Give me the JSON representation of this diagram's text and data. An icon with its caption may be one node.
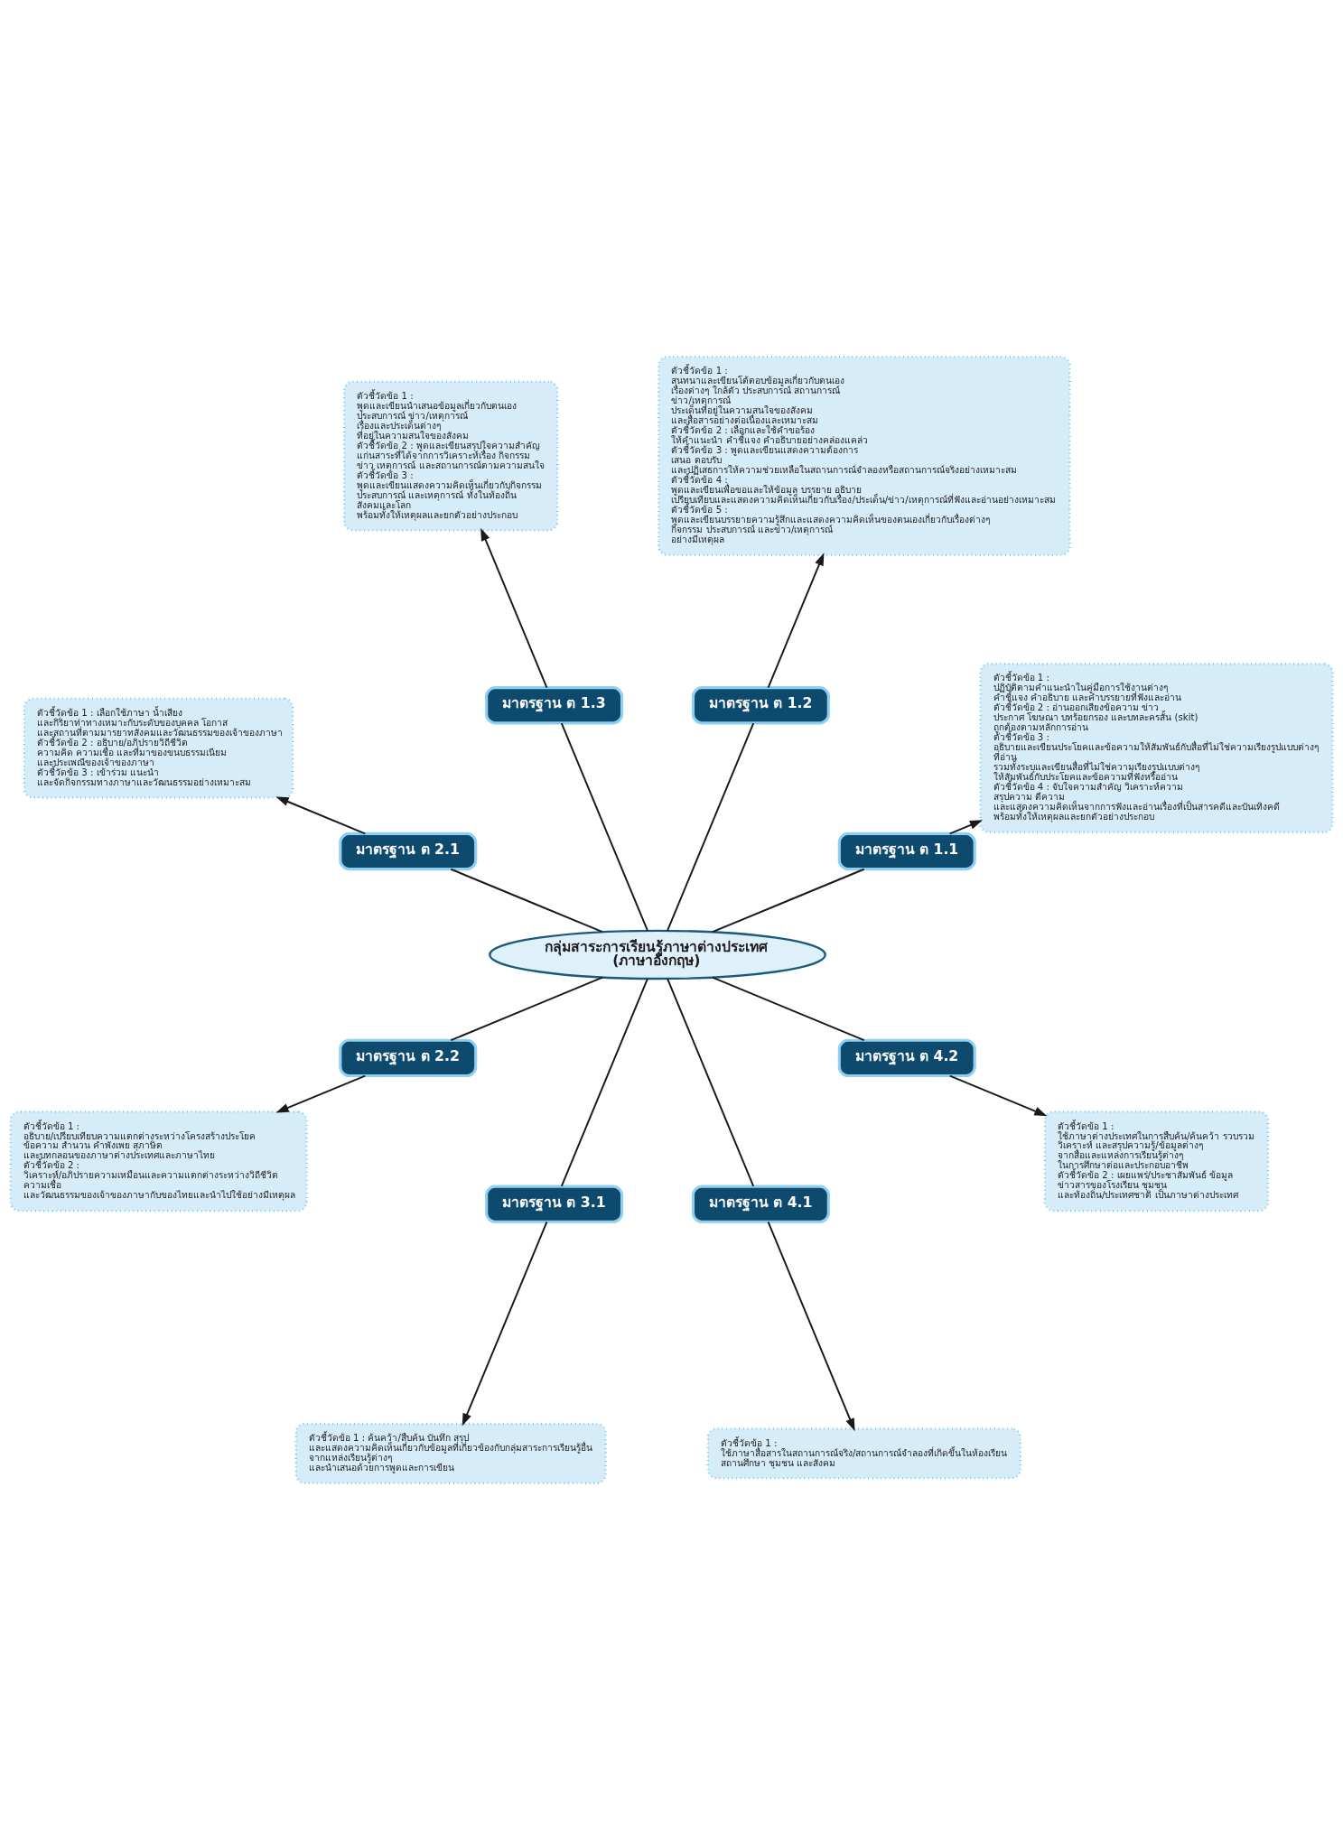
{
  "diagram": {
    "nodes": [
      {
        "text": [
          "กลุ่มสาระการเรียนรู้ภาษาต่างประเทศ (ภาษาอังกฤษ)"
        ]
      },
      {
        "text": [
          "มาตรฐาน ต 1.1"
        ]
      },
      {
        "text": [
          "มาตรฐาน ต 1.2"
        ]
      },
      {
        "text": [
          "มาตรฐาน ต 1.3"
        ]
      },
      {
        "text": [
          "มาตรฐาน ต 2.1"
        ]
      },
      {
        "text": [
          "มาตรฐาน ต 2.2"
        ]
      },
      {
        "text": [
          "มาตรฐาน ต 3.1"
        ]
      },
      {
        "text": [
          "มาตรฐาน ต 4.1"
        ]
      },
      {
        "text": [
          "มาตรฐาน ต 4.2"
        ]
      },
      {
        "text": [
          "ตัวชี้วัดข้อ 1 : ปฏิบัติตามคำแนะนำในคู่มือการใช้งานต่างๆ คำชี้แจง คำอธิบาย และคำบรรยายที่ฟังและอ่าน",
          "ตัวชี้วัดข้อ 2 : อ่านออกเสียงข้อความ ข่าว ประกาศ โฆษณา บทร้อยกรอง และบทละครสั้น (skit) ถูกต้องตามหลักการอ่าน",
          "ตัวชี้วัดข้อ 3 : อธิบายและเขียนประโยคและข้อความให้สัมพันธ์กับสื่อที่ไม่ใช่ความเรียงรูปแบบต่างๆ ที่อ่าน รวมทั้งระบุและเขียนสื่อที่ไม่ใช่ความเรียงรูปแบบต่างๆ ให้สัมพันธ์กับประโยคและข้อความที่ฟังหรืออ่าน",
          "ตัวชี้วัดข้อ 4 : จับใจความสำคัญ วิเคราะห์ความ สรุปความ ตีความ และแสดงความคิดเห็นจากการฟังและอ่านเรื่องที่เป็นสารคดีและบันเทิงคดี พร้อมทั้งให้เหตุผลและยกตัวอย่างประกอบ"
        ]
      },
      {
        "text": [
          "ตัวชี้วัดข้อ 1 : สนทนาและเขียนโต้ตอบข้อมูลเกี่ยวกับตนเอง เรื่องต่างๆ ใกล้ตัว ประสบการณ์ สถานการณ์ ข่าว/เหตุการณ์ ประเด็นที่อยู่ในความสนใจของสังคม และสื่อสารอย่างต่อเนื่องและเหมาะสม",
          "ตัวชี้วัดข้อ 2 : เลือกและใช้คำขอร้อง ให้คำแนะนำ คำชี้แจง คำอธิบายอย่างคล่องแคล่ว",
          "ตัวชี้วัดข้อ 3 : พูดและเขียนแสดงความต้องการ เสนอ ตอบรับ และปฏิเสธการให้ความช่วยเหลือในสถานการณ์จำลองหรือสถานการณ์จริงอย่างเหมาะสม",
          "ตัวชี้วัดข้อ 4 : พูดและเขียนเพื่อขอและให้ข้อมูล บรรยาย อธิบาย เปรียบเทียบและแสดงความคิดเห็นเกี่ยวกับเรื่อง/ประเด็น/ข่าว/เหตุการณ์ที่ฟังและอ่านอย่างเหมาะสม",
          "ตัวชี้วัดข้อ 5 : พูดและเขียนบรรยายความรู้สึกและแสดงความคิดเห็นของตนเองเกี่ยวกับเรื่องต่างๆ กิจกรรม ประสบการณ์ และข่าว/เหตุการณ์ อย่างมีเหตุผล"
        ]
      },
      {
        "text": [
          "ตัวชี้วัดข้อ 1 : พูดและเขียนนำเสนอข้อมูลเกี่ยวกับตนเอง ประสบการณ์ ข่าว/เหตุการณ์ เรื่องและประเด็นต่างๆ ที่อยู่ในความสนใจของสังคม",
          "ตัวชี้วัดข้อ 2 : พูดและเขียนสรุปใจความสำคัญ แก่นสาระที่ได้จากการวิเคราะห์เรื่อง กิจกรรม ข่าว เหตุการณ์ และสถานการณ์ตามความสนใจ",
          "ตัวชี้วัดข้อ 3 : พูดและเขียนแสดงความคิดเห็นเกี่ยวกับกิจกรรม ประสบการณ์ และเหตุการณ์ ทั้งในท้องถิ่น สังคมและโลก พร้อมทั้งให้เหตุผลและยกตัวอย่างประกอบ"
        ]
      },
      {
        "text": [
          "ตัวชี้วัดข้อ 1 : เลือกใช้ภาษา น้ำเสียง และกิริยาท่าทางเหมาะกับระดับของบุคคล โอกาส และสถานที่ตามมารยาทสังคมและวัฒนธรรมของเจ้าของภาษา",
          "ตัวชี้วัดข้อ 2 : อธิบาย/อภิปรายวิถีชีวิต ความคิด ความเชื่อ และที่มาของขนบธรรมเนียม และประเพณีของเจ้าของภาษา",
          "ตัวชี้วัดข้อ 3 : เข้าร่วม แนะนำ และจัดกิจกรรมทางภาษาและวัฒนธรรมอย่างเหมาะสม"
        ]
      },
      {
        "text": [
          "ตัวชี้วัดข้อ 1 : อธิบาย/เปรียบเทียบความแตกต่างระหว่างโครงสร้างประโยค ข้อความ สำนวน คำพังเพย สุภาษิต และบทกลอนของภาษาต่างประเทศและภาษาไทย",
          "ตัวชี้วัดข้อ 2 : วิเคราะห์/อภิปรายความเหมือนและความแตกต่างระหว่างวิถีชีวิต ความเชื่อ และวัฒนธรรมของเจ้าของภาษากับของไทยและนำไปใช้อย่างมีเหตุผล"
        ]
      },
      {
        "text": [
          "ตัวชี้วัดข้อ 1 : ค้นคว้า/สืบค้น บันทึก สรุป และแสดงความคิดเห็นเกี่ยวกับข้อมูลที่เกี่ยวข้องกับกลุ่มสาระการเรียนรู้อื่น จากแหล่งเรียนรู้ต่างๆ และนำเสนอด้วยการพูดและการเขียน"
        ]
      },
      {
        "text": [
          "ตัวชี้วัดข้อ 1 : ใช้ภาษาสื่อสารในสถานการณ์จริง/สถานการณ์จำลองที่เกิดขึ้นในห้องเรียน สถานศึกษา ชุมชน และสังคม"
        ]
      },
      {
        "text": [
          "ตัวชี้วัดข้อ 1 : ใช้ภาษาต่างประเทศในการสืบค้น/ค้นคว้า รวบรวม วิเคราะห์ และสรุปความรู้/ข้อมูลต่างๆ จากสื่อและแหล่งการเรียนรู้ต่างๆ ในการศึกษาต่อและประกอบอาชีพ",
          "ตัวชี้วัดข้อ 2 : เผยแพร่/ประชาสัมพันธ์ ข้อมูล ข่าวสารของโรงเรียน ชุมชน และท้องถิ่น/ประเทศชาติ เป็นภาษาต่างประเทศ"
        ]
      }
    ],
    "edges": [
      {
        "from": 0,
        "to": 1,
        "arrow": "none"
      },
      {
        "from": 0,
        "to": 2,
        "arrow": "none"
      },
      {
        "from": 0,
        "to": 3,
        "arrow": "none"
      },
      {
        "from": 0,
        "to": 4,
        "arrow": "none"
      },
      {
        "from": 0,
        "to": 5,
        "arrow": "none"
      },
      {
        "from": 0,
        "to": 6,
        "arrow": "none"
      },
      {
        "from": 0,
        "to": 7,
        "arrow": "none"
      },
      {
        "from": 0,
        "to": 8,
        "arrow": "none"
      },
      {
        "from": 1,
        "to": 9,
        "arrow": "to"
      },
      {
        "from": 2,
        "to": 10,
        "arrow": "to"
      },
      {
        "from": 3,
        "to": 11,
        "arrow": "to"
      },
      {
        "from": 4,
        "to": 12,
        "arrow": "to"
      },
      {
        "from": 5,
        "to": 13,
        "arrow": "to"
      },
      {
        "from": 6,
        "to": 14,
        "arrow": "to"
      },
      {
        "from": 7,
        "to": 15,
        "arrow": "to"
      },
      {
        "from": 8,
        "to": 16,
        "arrow": "to"
      }
    ]
  }
}
